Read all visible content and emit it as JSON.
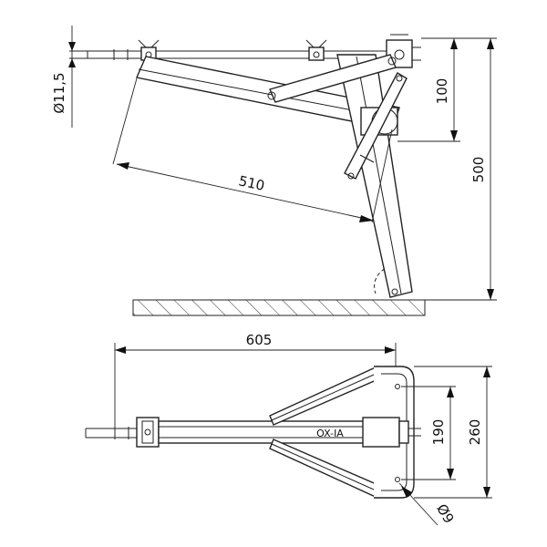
{
  "drawing": {
    "side_view": {
      "dim_pin_diameter": "Ø11,5",
      "dim_arm_length": "510",
      "dim_upper_height": "100",
      "dim_total_height": "500"
    },
    "top_view": {
      "dim_overall_length": "605",
      "dim_hole_spacing": "190",
      "dim_frame_width": "260",
      "dim_hole_diameter": "Ø9",
      "body_marking": "OX-IA"
    }
  }
}
